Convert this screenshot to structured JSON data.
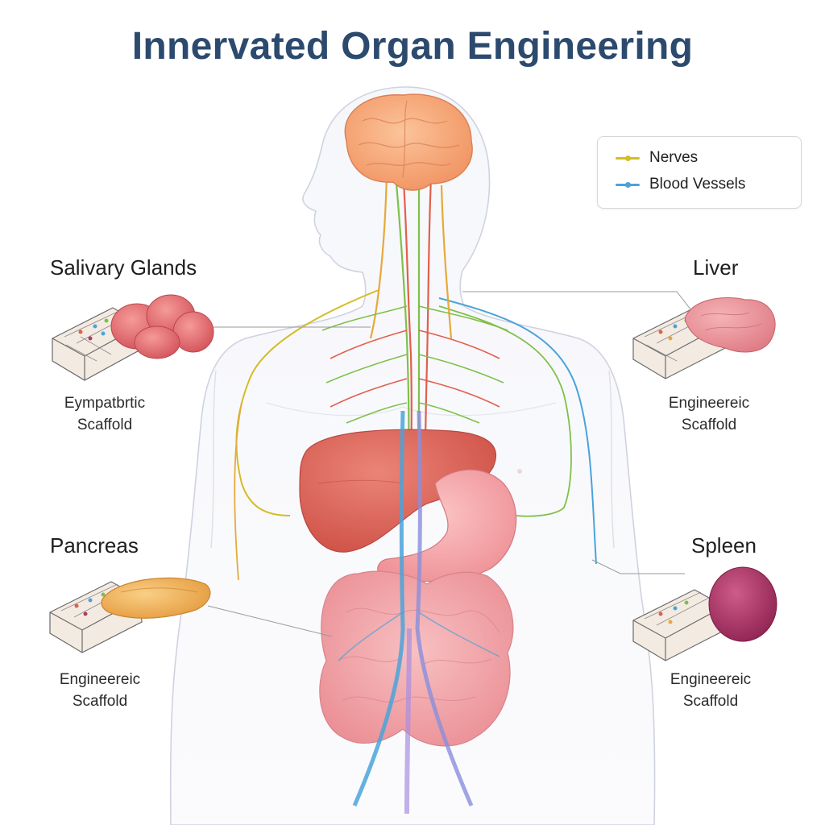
{
  "title": "Innervated Organ Engineering",
  "legend": {
    "nerves_label": "Nerves",
    "vessels_label": "Blood Vessels"
  },
  "organs": {
    "salivary": {
      "name": "Salivary Glands",
      "scaffold_line1": "Eympatbrtic",
      "scaffold_line2": "Scaffold"
    },
    "liver": {
      "name": "Liver",
      "scaffold_line1": "Engineereic",
      "scaffold_line2": "Scaffold"
    },
    "pancreas": {
      "name": "Pancreas",
      "scaffold_line1": "Engineereic",
      "scaffold_line2": "Scaffold"
    },
    "spleen": {
      "name": "Spleen",
      "scaffold_line1": "Engineereic",
      "scaffold_line2": "Scaffold"
    }
  },
  "colors": {
    "title": "#2c4a6e",
    "nerve": "#d4bd25",
    "vessel": "#4aa3d9",
    "brain": "#f6a878",
    "liver": "#e0685c",
    "stomach": "#f5a3a6",
    "intestine": "#f2a2a6",
    "pancreas": "#f2b45c",
    "spleen": "#b13a6c",
    "salivary": "#e36b6e"
  }
}
